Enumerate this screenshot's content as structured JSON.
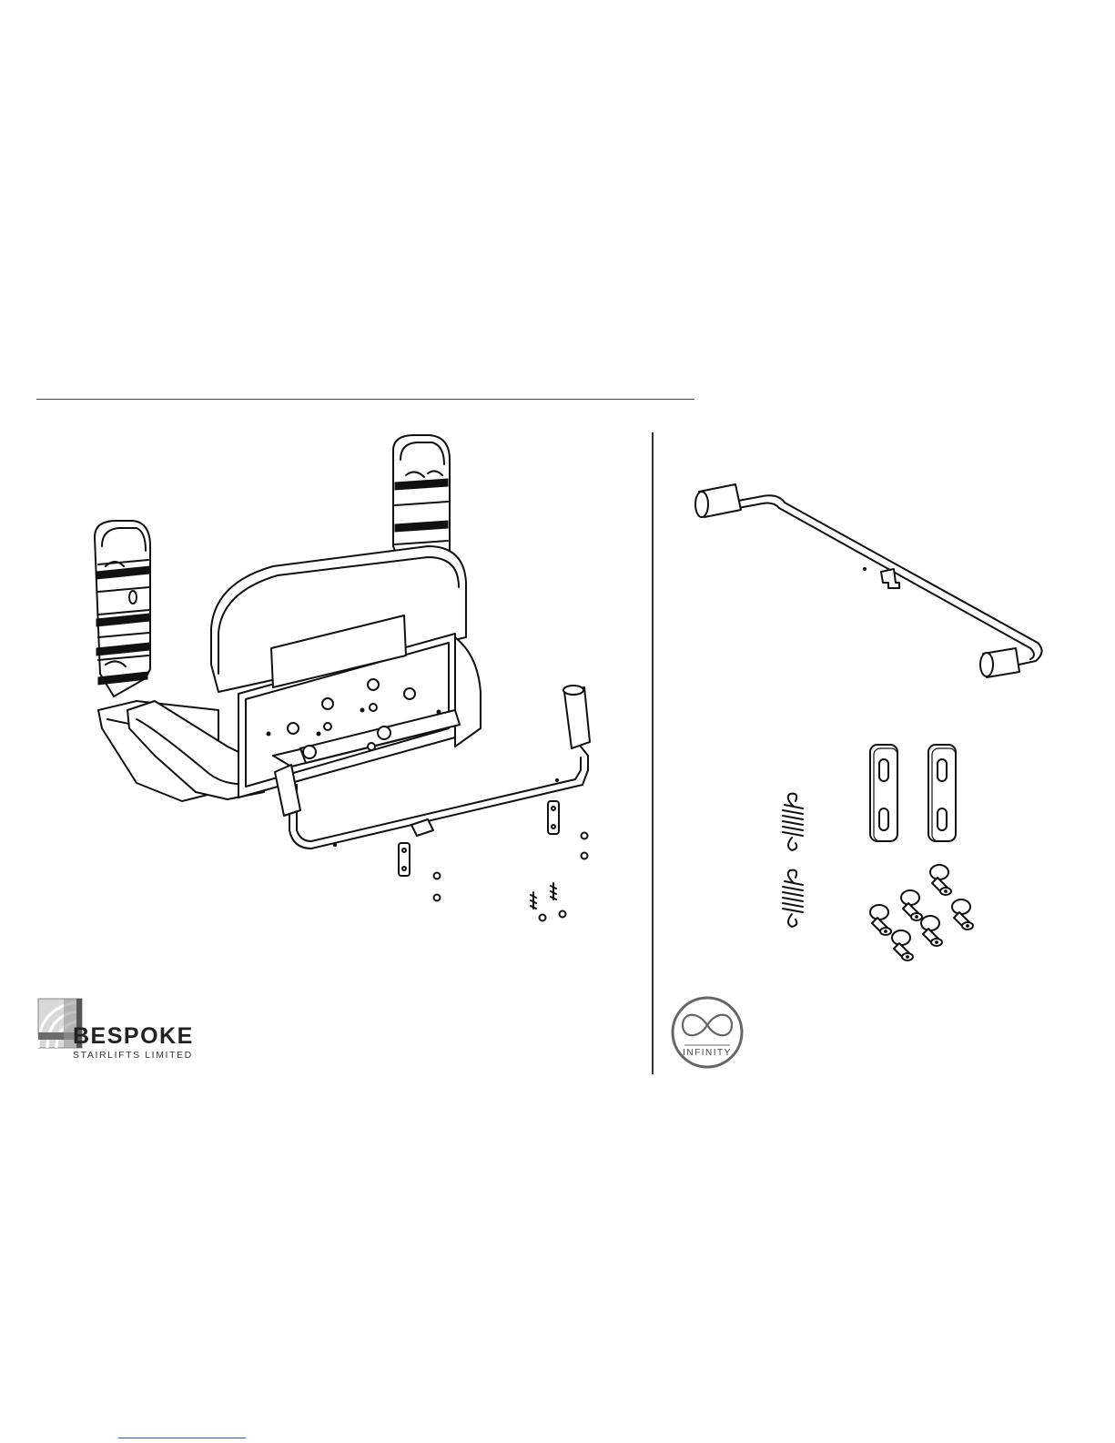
{
  "brand": {
    "left_logo": {
      "name": "BESPOKE",
      "subtitle": "STAIRLIFTS LIMITED",
      "color": "#222222"
    },
    "right_logo": {
      "name": "INFINITY",
      "color": "#444444"
    }
  },
  "colors": {
    "line": "#111111",
    "rule": "#444444",
    "link_underline": "#2a5bd7"
  }
}
